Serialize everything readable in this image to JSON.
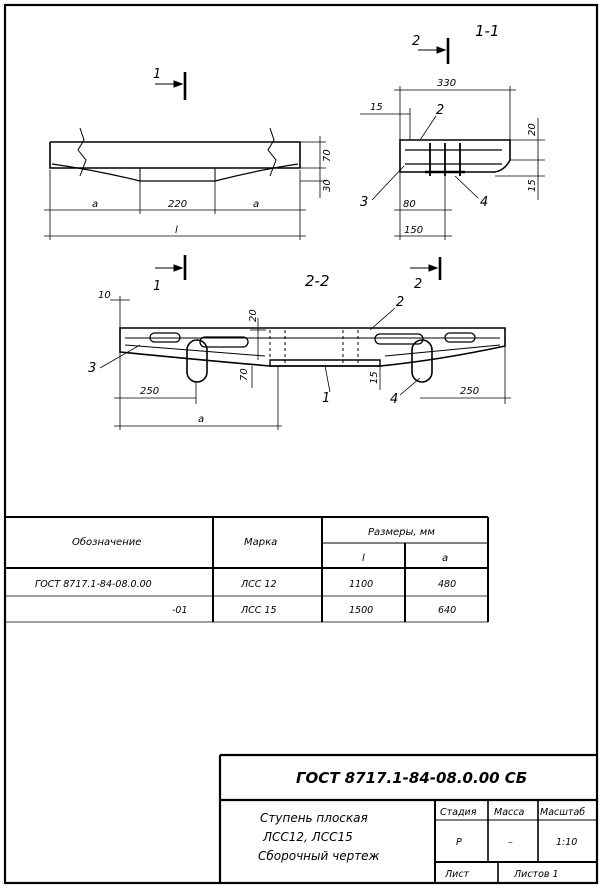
{
  "sections": {
    "s11_title": "1-1",
    "s22_title": "2-2",
    "cut1_left_label": "1",
    "cut2_right_label": "2"
  },
  "elevation": {
    "dim_a_left": "a",
    "dim_220": "220",
    "dim_a_right": "a",
    "dim_l": "l",
    "dim_70": "70",
    "dim_30": "30"
  },
  "section11": {
    "dim_330": "330",
    "dim_15_top": "15",
    "dim_20": "20",
    "dim_15_bot": "15",
    "dim_80": "80",
    "dim_150": "150",
    "pos_2": "2",
    "pos_3": "3",
    "pos_4": "4"
  },
  "section22": {
    "dim_10": "10",
    "dim_20": "20",
    "dim_70": "70",
    "dim_15": "15",
    "dim_250_left": "250",
    "dim_250_right": "250",
    "dim_a": "a",
    "pos_1": "1",
    "pos_2": "2",
    "pos_3": "3",
    "pos_4": "4"
  },
  "spec_table": {
    "col_designation": "Обозначение",
    "col_mark": "Марка",
    "col_sizes": "Размеры, мм",
    "col_l": "l",
    "col_a": "a",
    "rows": [
      {
        "designation": "ГОСТ 8717.1-84-08.0.00",
        "mark": "ЛСС 12",
        "l": "1100",
        "a": "480"
      },
      {
        "designation": "-01",
        "mark": "ЛСС 15",
        "l": "1500",
        "a": "640"
      }
    ]
  },
  "title_block": {
    "code": "ГОСТ 8717.1-84-08.0.00 СБ",
    "name_line1": "Ступень плоская",
    "name_line2": "ЛСС12,  ЛСС15",
    "name_line3": "Сборочный чертеж",
    "stage_label": "Стадия",
    "mass_label": "Масса",
    "scale_label": "Масштаб",
    "stage_value": "Р",
    "mass_value": "–",
    "scale_value": "1:10",
    "sheet_label": "Лист",
    "sheets_label": "Листов 1"
  }
}
